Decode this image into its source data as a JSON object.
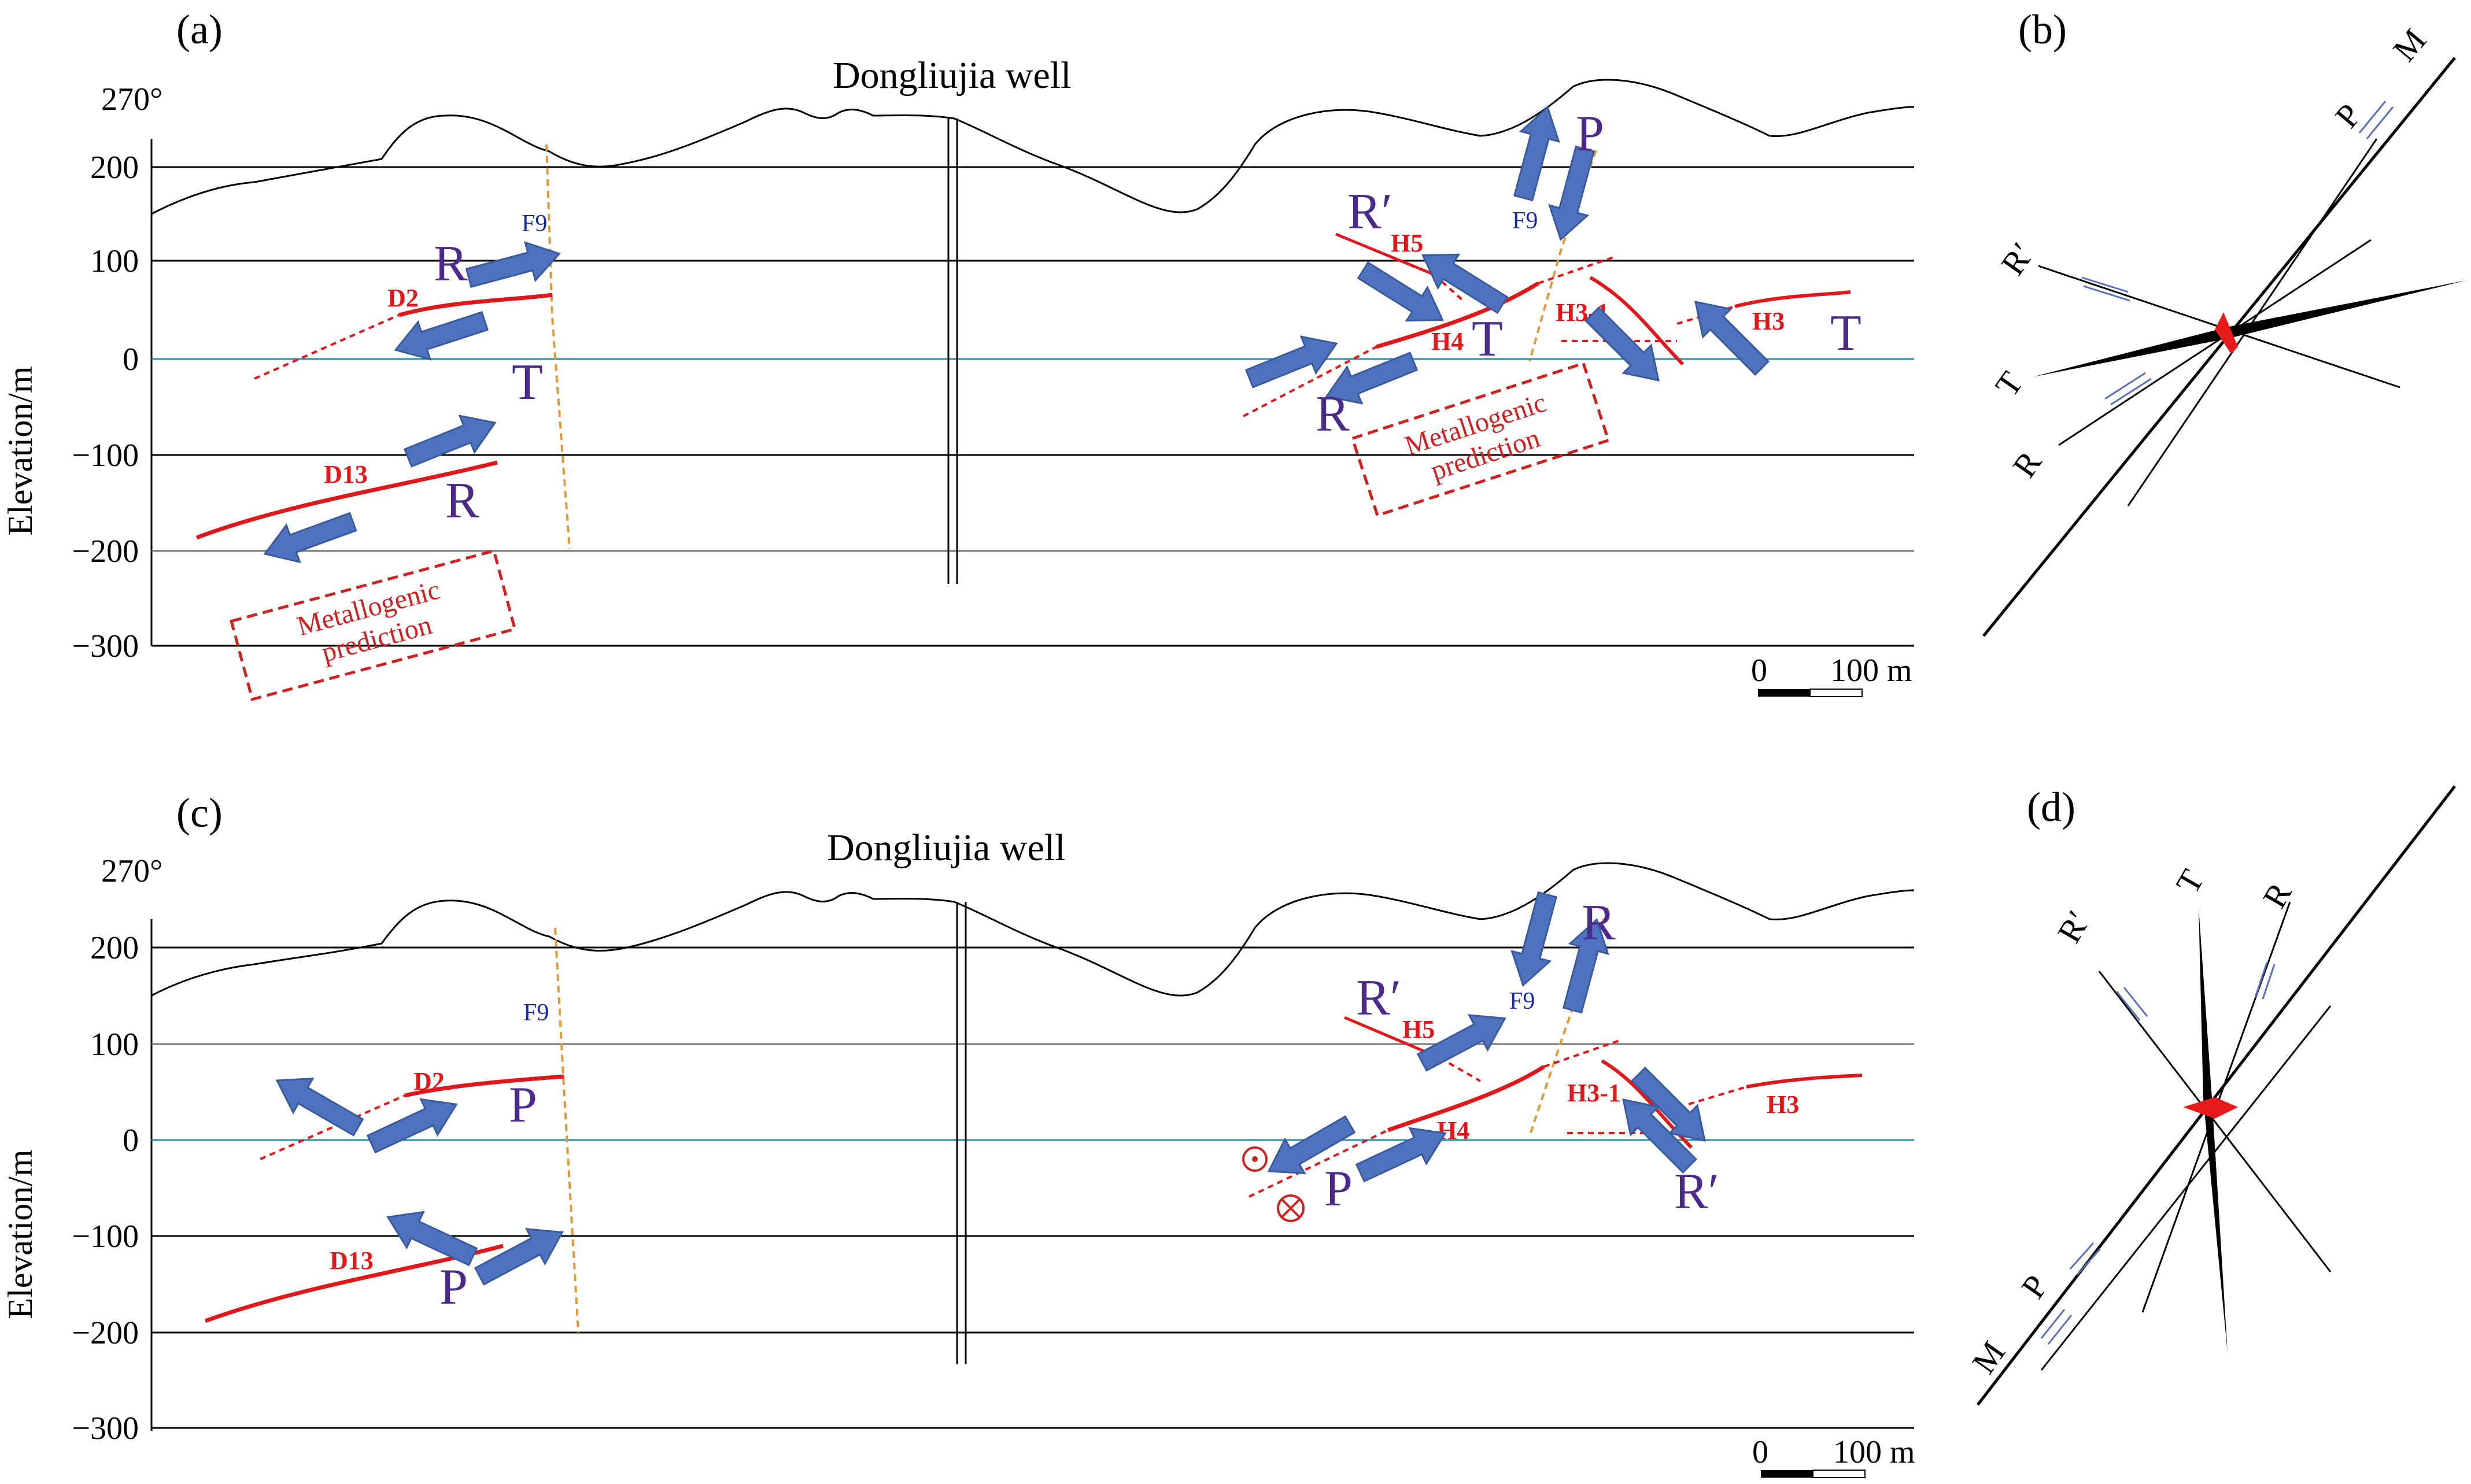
{
  "panels": {
    "a": {
      "label": "(a)",
      "azimuth": "270°",
      "well": "Dongliujia well",
      "ylabel": "Elevation/m",
      "ticks": [
        "200",
        "100",
        "0",
        "−100",
        "−200",
        "−300"
      ],
      "ore_bodies": [
        "D2",
        "D13",
        "H5",
        "H4",
        "H3-1",
        "H3"
      ],
      "fault": "F9",
      "fault_right": "F9",
      "stress_labels": {
        "R1": "R",
        "T1": "T",
        "R2": "R",
        "Rp": "R′",
        "P": "P",
        "T2": "T",
        "R3": "R",
        "T3": "T"
      },
      "prediction": [
        "Metallogenic",
        "prediction"
      ],
      "prediction2": [
        "Metallogenic",
        "prediction"
      ],
      "scale": {
        "zero": "0",
        "length": "100 m"
      }
    },
    "b": {
      "label": "(b)",
      "rose": {
        "M": "M",
        "P": "P",
        "Rp": "R′",
        "T": "T",
        "R": "R"
      }
    },
    "c": {
      "label": "(c)",
      "azimuth": "270°",
      "well": "Dongliujia well",
      "ylabel": "Elevation/m",
      "ticks": [
        "200",
        "100",
        "0",
        "−100",
        "−200",
        "−300"
      ],
      "ore_bodies": [
        "D2",
        "D13",
        "H5",
        "H4",
        "H3-1",
        "H3"
      ],
      "fault": "F9",
      "fault_right": "F9",
      "stress_labels": {
        "P1": "P",
        "P2": "P",
        "Rp1": "R′",
        "R": "R",
        "P3": "P",
        "Rp2": "R′"
      },
      "scale": {
        "zero": "0",
        "length": "100 m"
      }
    },
    "d": {
      "label": "(d)",
      "rose": {
        "Rp": "R′",
        "T": "T",
        "R": "R",
        "P": "P",
        "M": "M"
      }
    }
  },
  "colors": {
    "arrow": "#4f72be",
    "arrow_edge": "#3a5a9e",
    "ore": "#e0171b",
    "fault": "#e09a3c",
    "stress_text": "#4b2a8c",
    "prediction": "#cc2222",
    "zero_line": "#2a8fa8",
    "fault_label": "#1a2aa6"
  }
}
